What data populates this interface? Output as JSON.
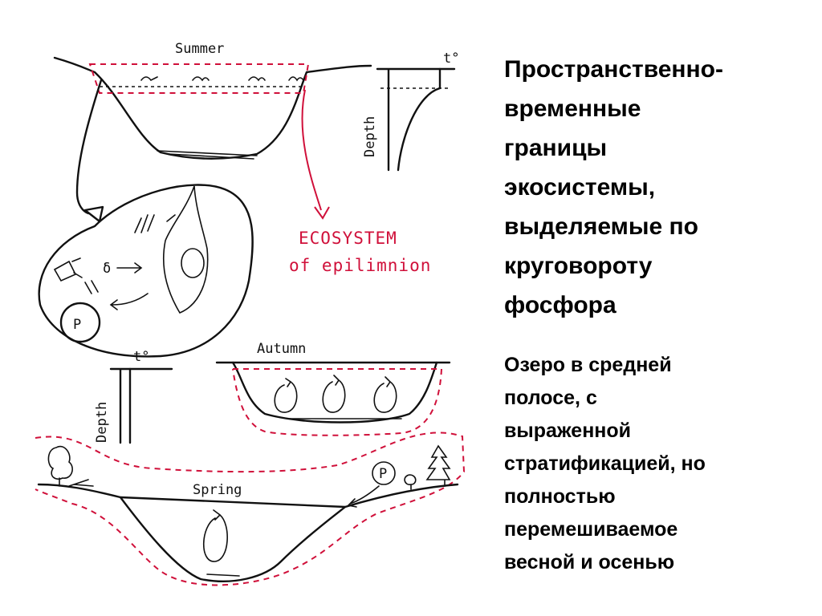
{
  "diagram": {
    "labels": {
      "summer": "Summer",
      "autumn": "Autumn",
      "spring": "Spring",
      "depth_top": "Depth",
      "depth_bottom": "Depth",
      "temp_top": "t°",
      "temp_bottom": "t°",
      "phosphorus_main": "P",
      "phosphorus_spring": "P",
      "ecosystem_line1": "ECOSYSTEM",
      "ecosystem_line2": "of epilimnion"
    },
    "colors": {
      "ink": "#111111",
      "accent": "#d0103a"
    }
  },
  "text": {
    "title_lines": [
      "Пространственно-",
      "временные",
      "границы",
      "экосистемы,",
      "выделяемые по",
      "круговороту",
      "фосфора"
    ],
    "subtitle_lines": [
      "Озеро в средней",
      "полосе, с",
      "выраженной",
      "стратификацией, но",
      "полностью",
      "перемешиваемое",
      "весной и осенью"
    ]
  }
}
